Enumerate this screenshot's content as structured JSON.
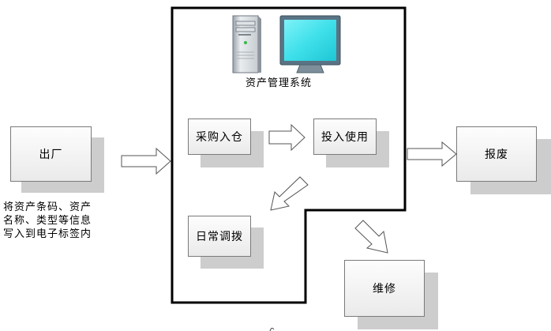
{
  "system": {
    "title": "资产管理系统",
    "steps": {
      "purchase": "采购入仓",
      "use": "投入使用",
      "transfer": "日常调拨"
    }
  },
  "outside": {
    "factory": "出厂",
    "scrap": "报废",
    "repair": "维修"
  },
  "note": {
    "lines": [
      "将资产条码、资产",
      "名称、类型等信息",
      "写入到电子标签内"
    ]
  },
  "colors": {
    "screen": "#3fe0ea",
    "monitor_frame": "#5a7485",
    "box_border": "#7a7a7a",
    "shadow": "#cdcdcd",
    "arrow_fill": "#ffffff",
    "frame": "#000000"
  },
  "icons": [
    "server-tower-icon",
    "monitor-icon"
  ]
}
